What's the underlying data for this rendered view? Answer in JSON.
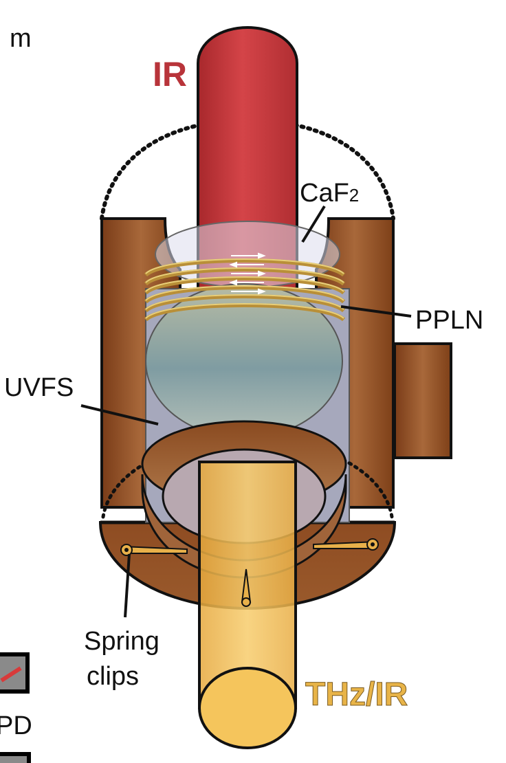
{
  "labels": {
    "partial_top": "m",
    "partial_bottom": "PD",
    "ir_beam": "IR",
    "caf2": "CaF",
    "caf2_subscript": "2",
    "ppln": "PPLN",
    "uvfs": "UVFS",
    "spring_line1": "Spring",
    "spring_line2": "clips",
    "thz_ir": "THz/IR"
  },
  "colors": {
    "ir_beam": "#c8383c",
    "thz_beam": "#f2bd55",
    "copper": "#8b4a22",
    "copper_light": "#b07040",
    "ppln_gold": "#c9a44a",
    "crystal": "#9cb0b2",
    "uvfs_window": "#a6a8bc"
  },
  "icons": {
    "partial_detector_top": "photodiode-icon",
    "partial_detector_bottom": "photodiode-icon"
  }
}
